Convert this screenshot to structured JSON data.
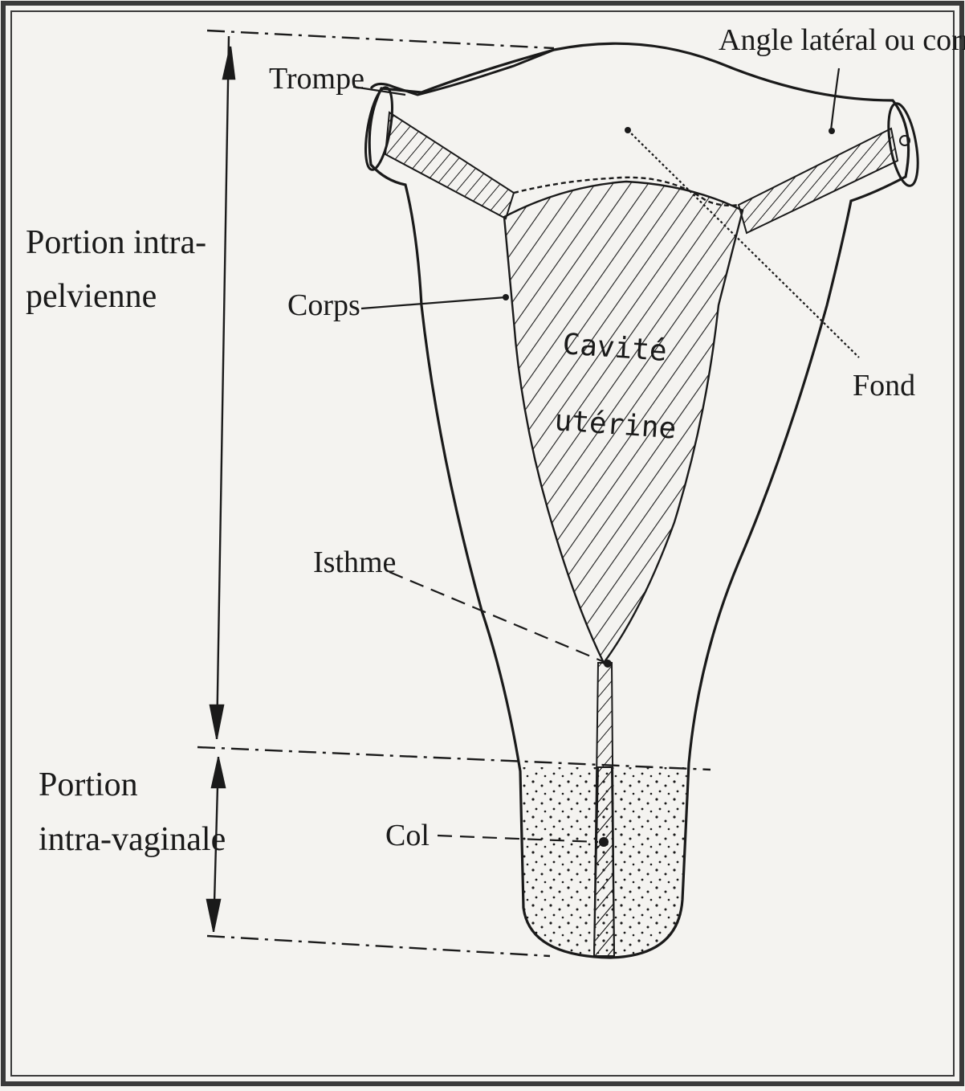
{
  "labels": {
    "angle": "Angle latéral ou corne",
    "trompe": "Trompe",
    "portion_intra_pelvienne": [
      "Portion intra-",
      "pelvienne"
    ],
    "corps": "Corps",
    "cavite": [
      "Cavité",
      "utérine"
    ],
    "fond": "Fond",
    "isthme": "Isthme",
    "portion_intra_vaginale": [
      "Portion",
      "intra-vaginale"
    ],
    "col": "Col"
  },
  "colors": {
    "ink": "#1a1a1a",
    "paper": "#f4f3f0",
    "frame": "#3a3a3a"
  }
}
